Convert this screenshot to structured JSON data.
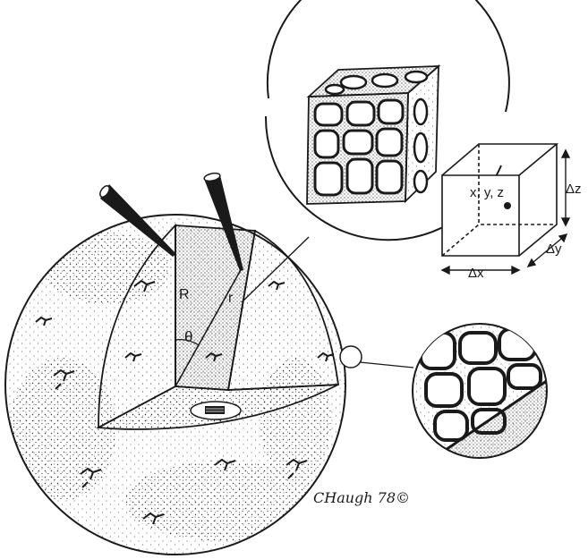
{
  "labels": {
    "radius": "R",
    "radius_small": "r",
    "angle": "θ",
    "point": "x, y, z",
    "delta_x": "Δx",
    "delta_y": "Δy",
    "delta_z": "Δz"
  },
  "signature": {
    "text": "CHaugh 78©"
  },
  "colors": {
    "ink": "#1a1a1a",
    "paper": "#ffffff",
    "stipple": "#2a2a2a"
  }
}
